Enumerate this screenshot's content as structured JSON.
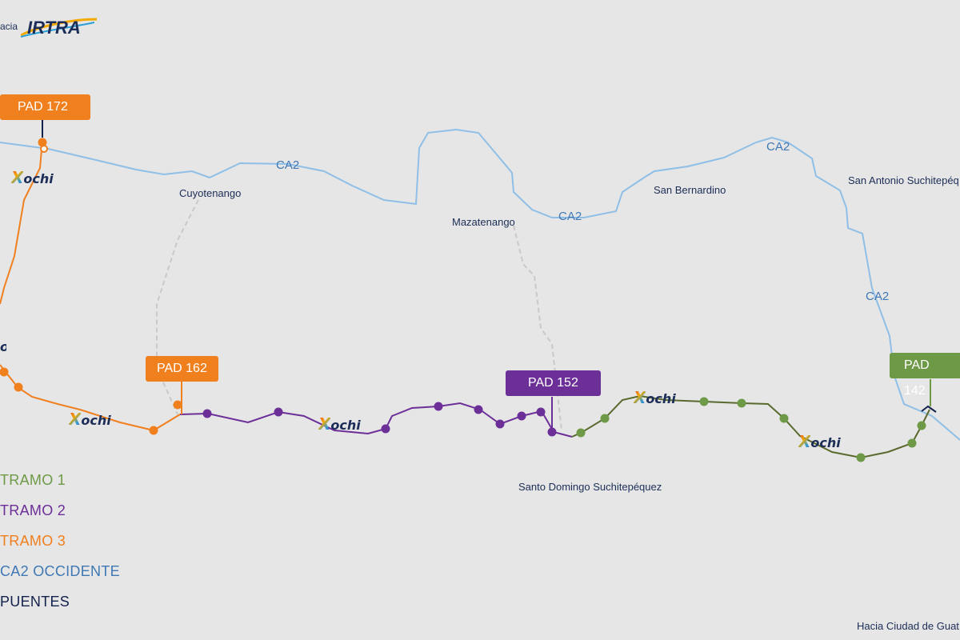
{
  "header": {
    "left_text": "acia",
    "logo_text": "IRTRA"
  },
  "markers": {
    "pad172": "PAD 172",
    "pad162": "PAD 162",
    "pad152": "PAD 152",
    "pad142": "PAD 142"
  },
  "towns": {
    "cuyotenango": "Cuyotenango",
    "mazatenango": "Mazatenango",
    "san_bernardino": "San Bernardino",
    "san_antonio": "San Antonio Suchitepéq",
    "santo_domingo": "Santo Domingo Suchitepéquez",
    "hacia_ciudad": "Hacia Ciudad de Guat"
  },
  "road_labels": {
    "ca2_a": "CA2",
    "ca2_b": "CA2",
    "ca2_c": "CA2",
    "ca2_d": "CA2"
  },
  "brand": {
    "x": "X",
    "rest": "ochi"
  },
  "legend": [
    {
      "label": "TRAMO 1",
      "color": "#6e9a47"
    },
    {
      "label": "TRAMO 2",
      "color": "#6c2f98"
    },
    {
      "label": "TRAMO 3",
      "color": "#f07f1e"
    },
    {
      "label": "CA2 OCCIDENTE",
      "color": "#3f78b5"
    },
    {
      "label": "PUENTES",
      "color": "#13224d"
    }
  ],
  "colors": {
    "tramo1": "#6e9a47",
    "tramo1_line": "#5a6a2e",
    "tramo2": "#6c2f98",
    "tramo3": "#f07f1e",
    "ca2": "#8fbfe6",
    "puentes": "#13224d",
    "local_road": "#c9c9c9"
  }
}
